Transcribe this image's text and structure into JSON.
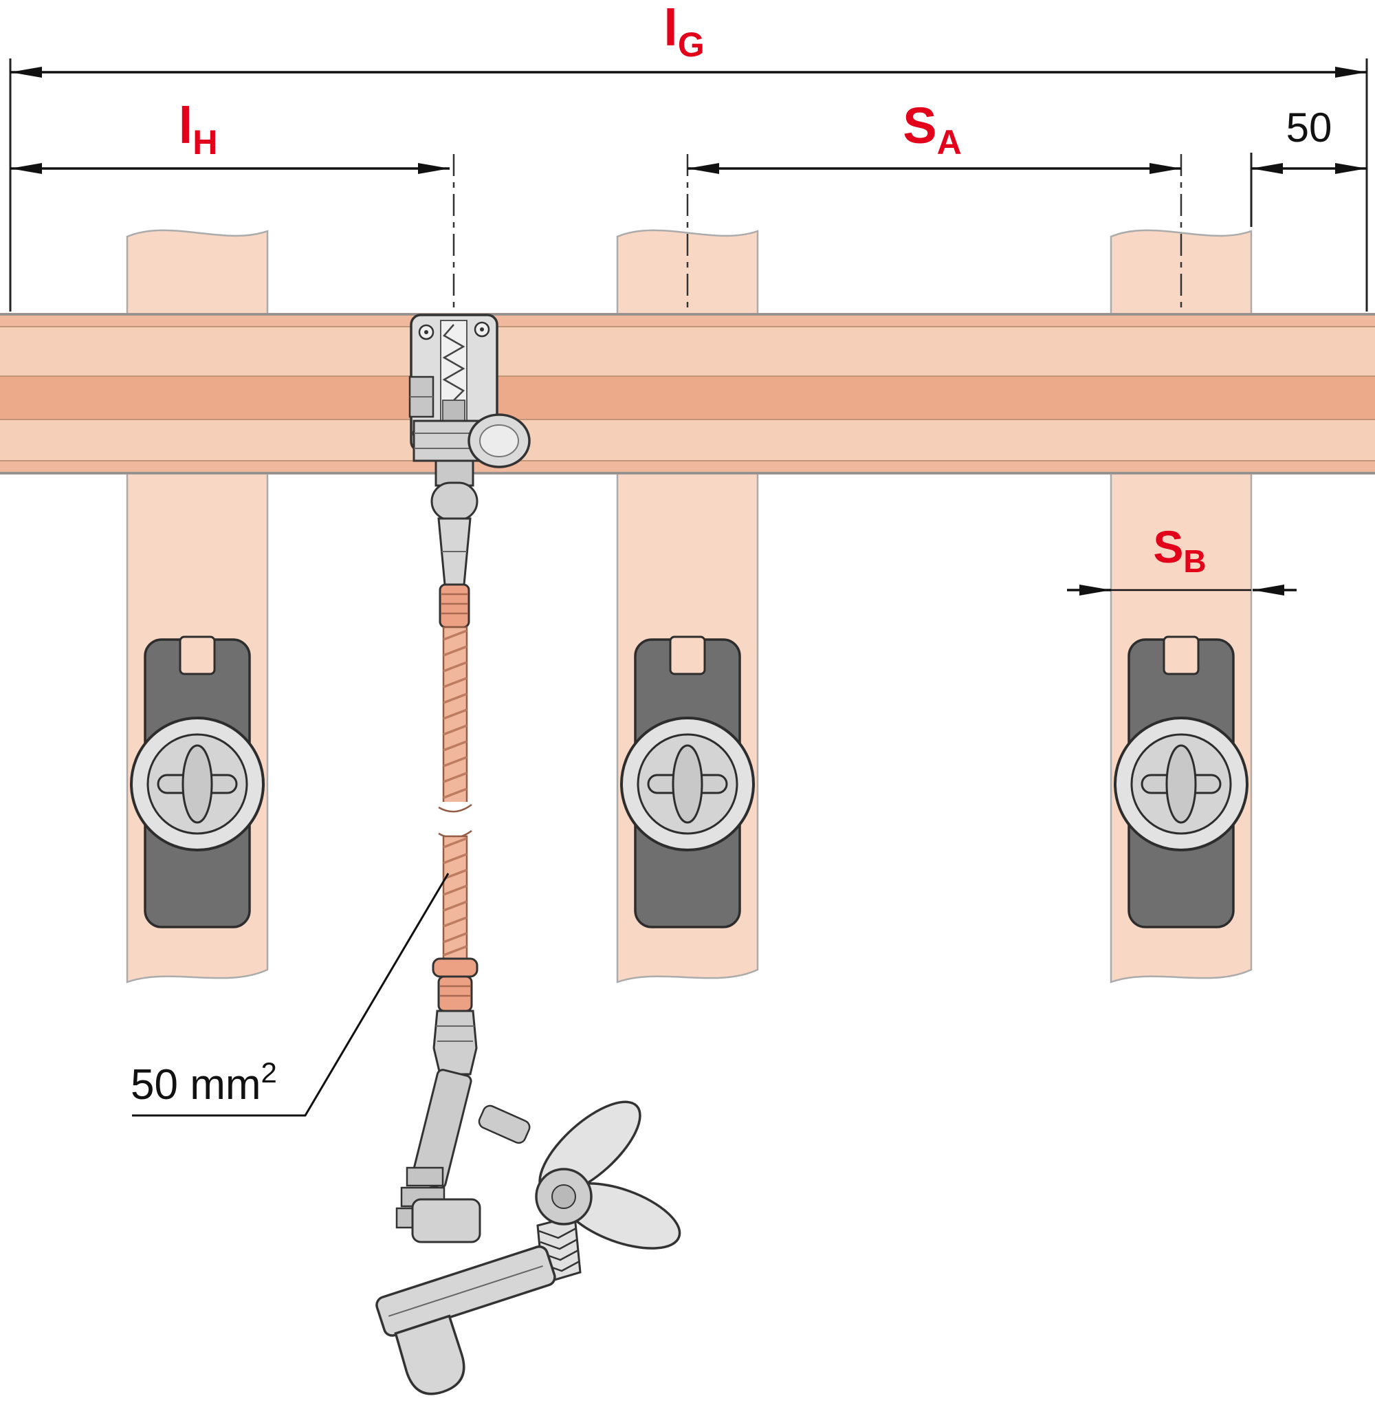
{
  "diagram": {
    "subject": "Busbar with support insulators and earthing clamp - spacing dimensions",
    "labels": {
      "lG": {
        "main": "l",
        "sub": "G"
      },
      "lH": {
        "main": "l",
        "sub": "H"
      },
      "SA": {
        "main": "S",
        "sub": "A"
      },
      "SB": {
        "main": "S",
        "sub": "B"
      },
      "end_offset": "50",
      "cable_cross_section": {
        "main": "50 mm",
        "sup": "2"
      }
    },
    "colors": {
      "dimension_label_red": "#e2001a",
      "text_black": "#111111",
      "busbar_light": "#f6cfb9",
      "busbar_band_dark": "#edaa8b",
      "busbar_strip": "#f0b89c",
      "support_post": "#f8d7c4",
      "insulator_body": "#6f6f6f",
      "metal_gray": "#d6d6d6",
      "cable_copper": "#f0b79d",
      "copper_fitting": "#eca184"
    }
  }
}
